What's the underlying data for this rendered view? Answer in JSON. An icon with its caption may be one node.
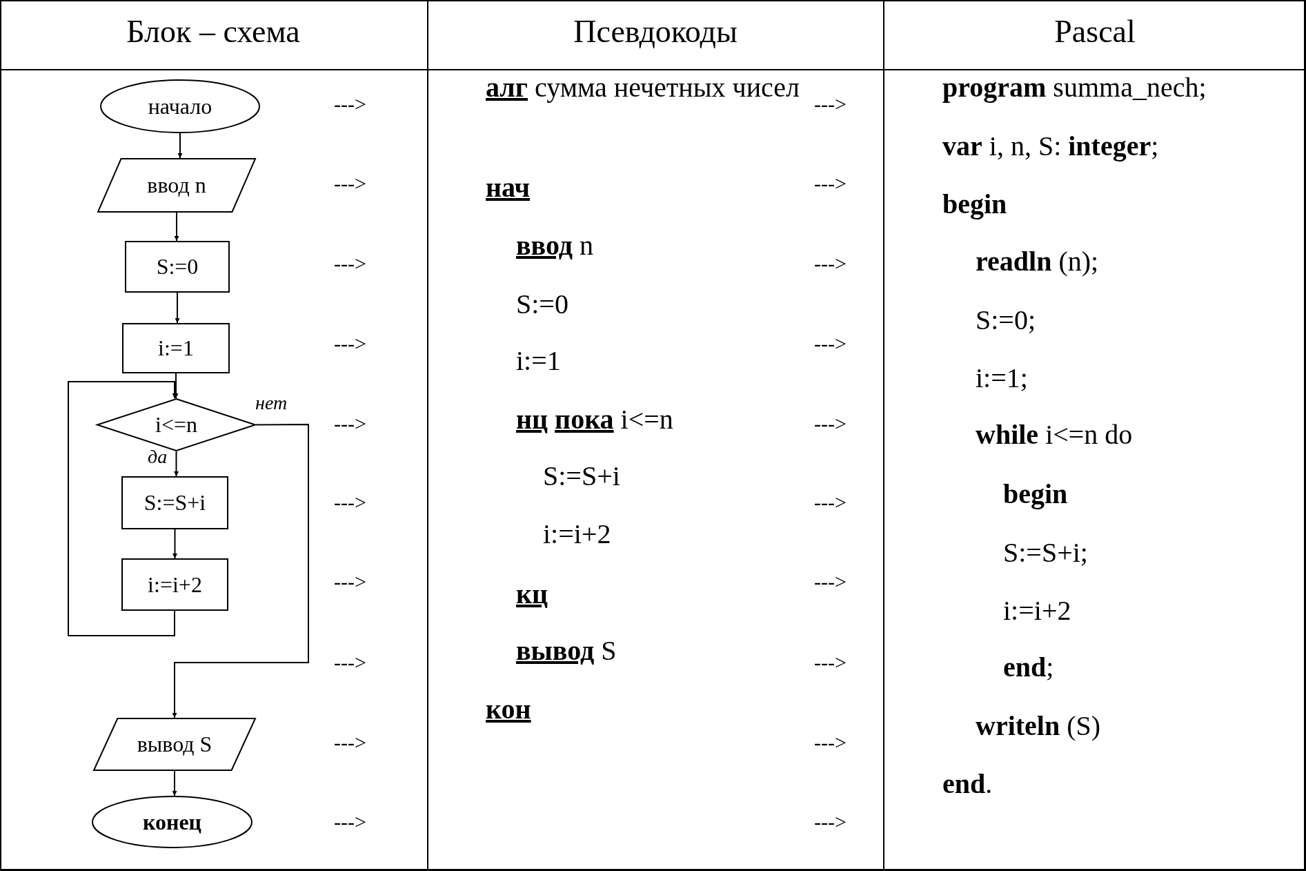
{
  "diagram": {
    "nodes": [
      {
        "text": [
          "начало"
        ]
      },
      {
        "text": [
          "ввод n"
        ]
      },
      {
        "text": [
          "S:=0"
        ]
      },
      {
        "text": [
          "i:=1"
        ]
      },
      {
        "text": [
          "i<=n"
        ]
      },
      {
        "text": [
          "S:=S+i"
        ]
      },
      {
        "text": [
          "i:=i+2"
        ]
      },
      {
        "text": [
          "вывод S"
        ]
      },
      {
        "text": [
          "конец"
        ]
      }
    ],
    "edges": [
      {
        "from": 0,
        "to": 1,
        "arrow": "to"
      },
      {
        "from": 1,
        "to": 2,
        "arrow": "to"
      },
      {
        "from": 2,
        "to": 3,
        "arrow": "to"
      },
      {
        "from": 3,
        "to": 4,
        "arrow": "to"
      },
      {
        "from": 4,
        "to": 5,
        "arrow": "to",
        "label": "да"
      },
      {
        "from": 5,
        "to": 6,
        "arrow": "to"
      },
      {
        "from": 6,
        "to": 4,
        "arrow": "to"
      },
      {
        "from": 4,
        "to": 7,
        "arrow": "to",
        "label": "нет"
      },
      {
        "from": 7,
        "to": 8,
        "arrow": "to"
      }
    ],
    "labels": [
      "Блок – схема",
      "Псевдокоды",
      "Pascal",
      "**алг** сумма нечетных чисел",
      "нач",
      "**ввод** n",
      "S:=0",
      "i:=1",
      "**нц** **пока** i<=n",
      "S:=S+i",
      "i:=i+2",
      "кц",
      "**вывод** S",
      "кон",
      "**program** summa_nech;",
      "**var** i, n, S: **integer**;",
      "begin",
      "**readln** (n);",
      "S:=0;",
      "i:=1;",
      "**while** i<=n do",
      "begin",
      "S:=S+i;",
      "i:=i+2",
      "**end**;",
      "**writeln** (S)",
      "**end**.",
      "--->",
      "--->",
      "--->",
      "--->",
      "--->",
      "--->",
      "--->",
      "--->",
      "--->",
      "--->",
      "--->",
      "--->",
      "--->",
      "--->",
      "--->",
      "--->",
      "--->",
      "--->",
      "--->",
      "--->"
    ]
  }
}
